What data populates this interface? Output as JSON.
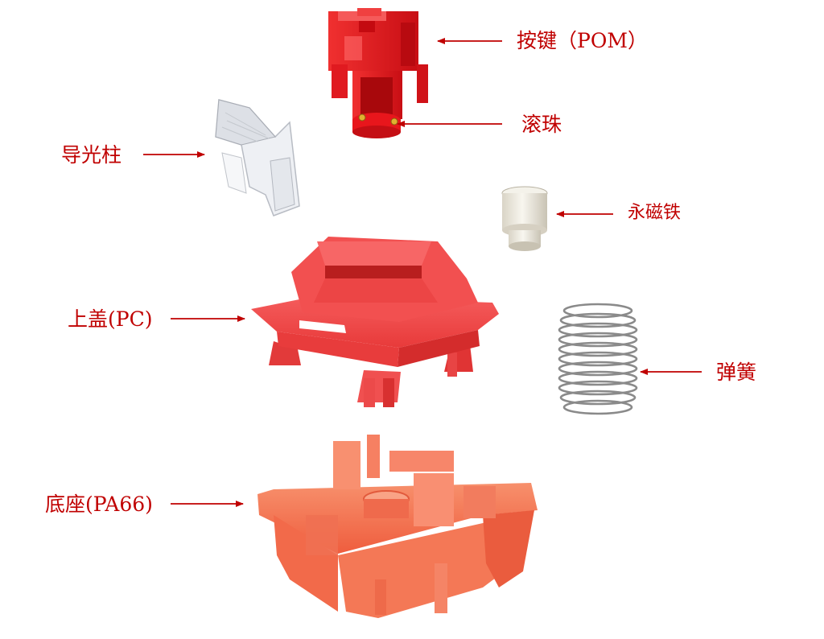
{
  "colors": {
    "label_text": "#c00000",
    "arrow": "#c00000",
    "stem_red": "#e8161c",
    "housing_red": "#f04848",
    "base_orange": "#f26a4a",
    "magnet": "#e8e4da",
    "spring": "#9a9a9a",
    "light_pipe": "#e6e8ec"
  },
  "labels": {
    "stem": "按键（POM）",
    "ball": "滚珠",
    "light_pipe": "导光柱",
    "magnet": "永磁铁",
    "top_housing": "上盖(PC)",
    "spring": "弹簧",
    "bottom_housing": "底座(PA66)"
  }
}
